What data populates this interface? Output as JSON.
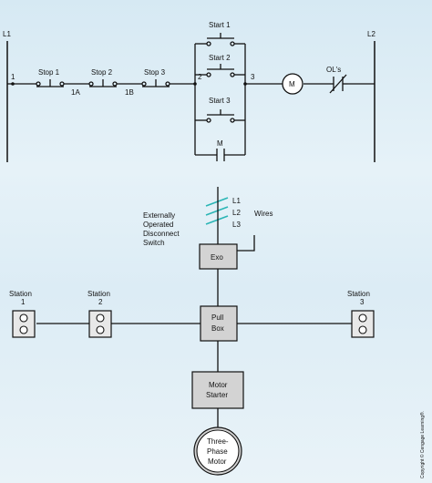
{
  "ladder": {
    "rail_left": "L1",
    "rail_right": "L2",
    "node_1": "1",
    "node_1a": "1A",
    "node_1b": "1B",
    "node_2": "2",
    "node_3": "3",
    "stop_1": "Stop 1",
    "stop_2": "Stop 2",
    "stop_3": "Stop 3",
    "start_1": "Start 1",
    "start_2": "Start 2",
    "start_3": "Start 3",
    "motor_coil": "M",
    "holding_contact": "M",
    "overloads": "OL's"
  },
  "wiring": {
    "line_1": "L1",
    "line_2": "L2",
    "line_3": "L3",
    "wires": "Wires",
    "disconnect_line1": "Externally",
    "disconnect_line2": "Operated",
    "disconnect_line3": "Disconnect",
    "disconnect_line4": "Switch",
    "exo": "Exo",
    "station_word": "Station",
    "station_1_num": "1",
    "station_2_num": "2",
    "station_3_num": "3",
    "pull_box_line1": "Pull",
    "pull_box_line2": "Box",
    "starter_line1": "Motor",
    "starter_line2": "Starter",
    "motor_line1": "Three-",
    "motor_line2": "Phase",
    "motor_line3": "Motor"
  },
  "copyright": "Copyright © Cengage Learning®.",
  "colors": {
    "background": "#e2eff6",
    "box_fill": "#d3d3d3",
    "hatch": "#2ab5b5",
    "ink": "#111111"
  }
}
